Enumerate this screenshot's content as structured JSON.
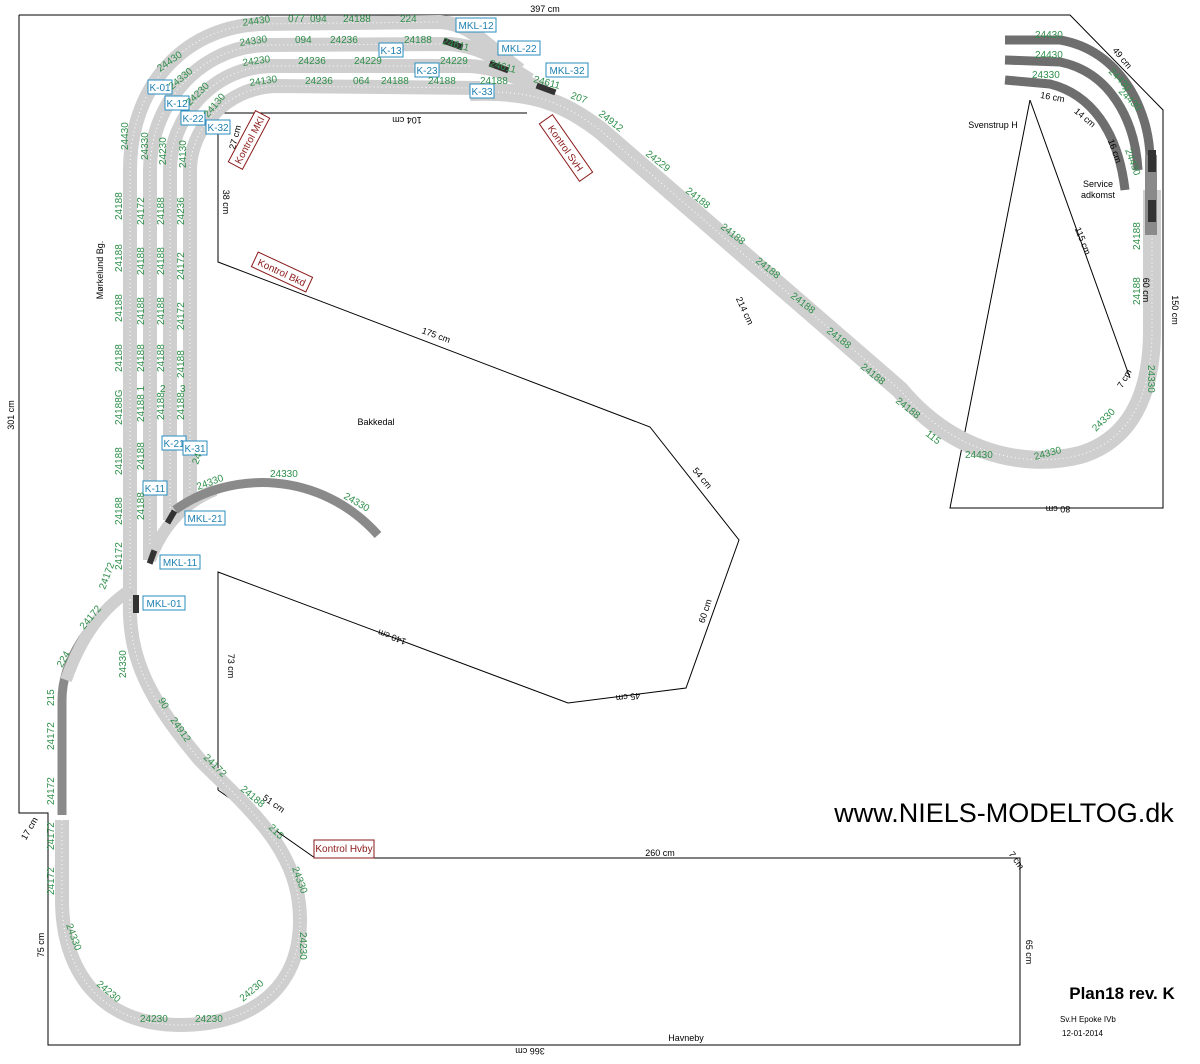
{
  "title": "Plan18 rev. K",
  "subtitle": "Sv.H Epoke IVb",
  "date": "12-01-2014",
  "website": "www.NIELS-MODELTOG.dk",
  "station_names": {
    "morkelund": "Mørkelund Bg.",
    "bakkedal": "Bakkedal",
    "svenstrup": "Svenstrup H",
    "service_line1": "Service",
    "service_line2": "adkomst",
    "havneby": "Havneby"
  },
  "dimensions": {
    "top": "397 cm",
    "left": "301 cm",
    "right": "150 cm",
    "bottom": "366 cm",
    "lower_right": "65 cm",
    "mid_260": "260 cm",
    "d175": "175 cm",
    "d214": "214 cm",
    "d115": "115 cm",
    "d104": "104 cm",
    "d38": "38 cm",
    "d27": "27 cm",
    "d54": "54 cm",
    "d60": "60 cm",
    "d45": "45 cm",
    "d140": "140 cm",
    "d73": "73 cm",
    "d51": "51 cm",
    "d17": "17 cm",
    "d75": "75 cm",
    "d7a": "7 cm",
    "d7b": "7 cm",
    "d49": "49 cm",
    "d80": "80 cm",
    "d16a": "16 cm",
    "d14": "14 cm",
    "d16b": "16 cm",
    "d60b": "60 cm"
  },
  "controls": {
    "mkl": "Kontrol MKl",
    "svh": "Kontrol SvH",
    "bkd": "Kontrol Bkd",
    "hvby": "Kontrol Hvby"
  },
  "switch_labels": {
    "k01": "K-01",
    "k12": "K-12",
    "k22": "K-22",
    "k32": "K-32",
    "k13": "K-13",
    "k23": "K-23",
    "k33": "K-33",
    "mkl12": "MKL-12",
    "mkl22": "MKL-22",
    "mkl32": "MKL-32",
    "k21": "K-21",
    "k31": "K-31",
    "k11": "K-11",
    "mkl21": "MKL-21",
    "mkl11": "MKL-11",
    "mkl01": "MKL-01"
  },
  "track_numbers": {
    "s24430": "24430",
    "s24330": "24330",
    "s24230": "24230",
    "s24130": "24130",
    "s24188": "24188",
    "s24172": "24172",
    "s24236": "24236",
    "s24229": "24229",
    "s24611": "24611",
    "s24912": "24912",
    "s094": "094",
    "s077": "077",
    "s064": "064",
    "s224": "224",
    "s207": "207",
    "s215": "215",
    "s115": "115",
    "s90": "90",
    "s24188G": "24188G",
    "s24188_1": "24188 1",
    "n2": "2",
    "n3": "3",
    "s24": "24"
  }
}
